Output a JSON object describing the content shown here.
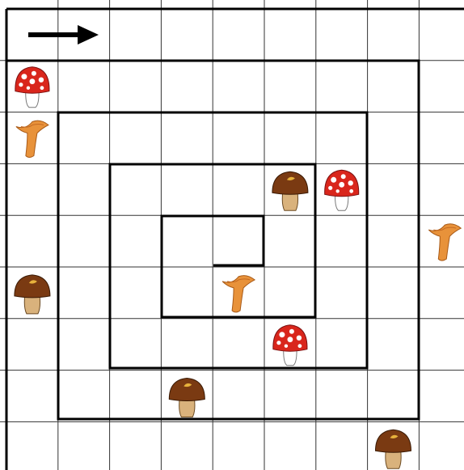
{
  "puzzle": {
    "start_arrow": {
      "direction": "right",
      "row": 0,
      "col": 0
    },
    "grid": {
      "rows": 9,
      "cols": 9
    },
    "mushrooms": [
      {
        "type": "fly-agaric",
        "row": 1,
        "col": 0
      },
      {
        "type": "chanterelle",
        "row": 2,
        "col": 0
      },
      {
        "type": "porcini",
        "row": 3,
        "col": 5
      },
      {
        "type": "fly-agaric",
        "row": 3,
        "col": 6
      },
      {
        "type": "chanterelle",
        "row": 4,
        "col": 8
      },
      {
        "type": "porcini",
        "row": 5,
        "col": 0
      },
      {
        "type": "chanterelle",
        "row": 5,
        "col": 4
      },
      {
        "type": "fly-agaric",
        "row": 6,
        "col": 5
      },
      {
        "type": "porcini",
        "row": 7,
        "col": 3
      },
      {
        "type": "porcini",
        "row": 8,
        "col": 7
      }
    ],
    "colors": {
      "grid_line": "#333333",
      "spiral_line": "#000000",
      "fly_agaric_cap": "#d9261c",
      "chanterelle": "#e8923a",
      "porcini_cap": "#7a3a12",
      "porcini_stem": "#d9b27c"
    }
  }
}
